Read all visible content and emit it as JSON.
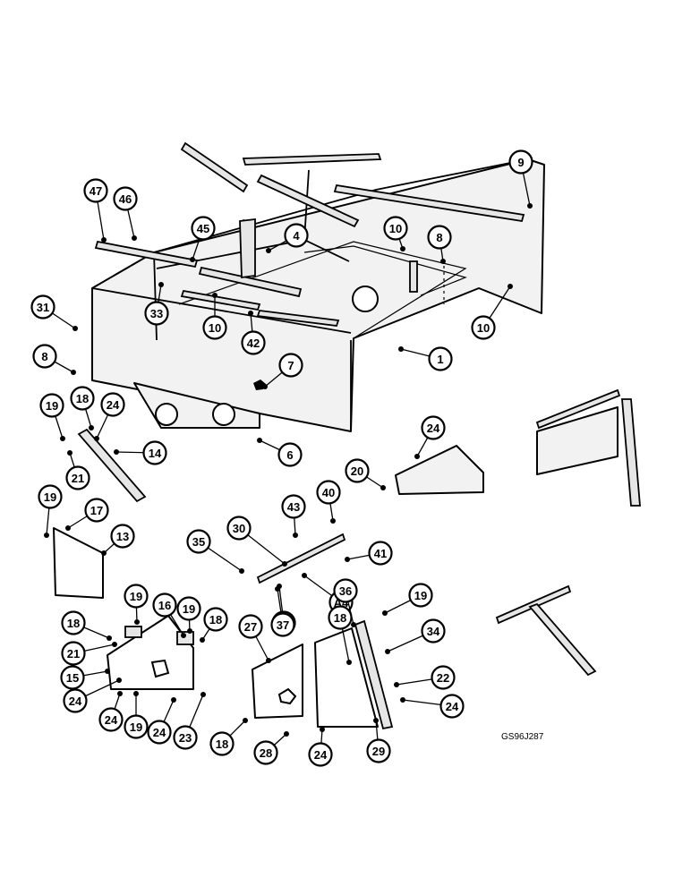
{
  "drawing_ref": "GS96J287",
  "callouts": [
    "47",
    "46",
    "45",
    "4",
    "9",
    "10",
    "8",
    "31",
    "33",
    "10",
    "42",
    "10",
    "1",
    "8",
    "7",
    "6",
    "19",
    "18",
    "24",
    "14",
    "21",
    "24",
    "20",
    "19",
    "17",
    "13",
    "40",
    "43",
    "30",
    "35",
    "41",
    "A4",
    "37",
    "19",
    "16",
    "19",
    "18",
    "18",
    "21",
    "15",
    "24",
    "24",
    "19",
    "24",
    "23",
    "27",
    "37",
    "36",
    "19",
    "18",
    "34",
    "22",
    "24",
    "18",
    "28",
    "24",
    "29"
  ]
}
